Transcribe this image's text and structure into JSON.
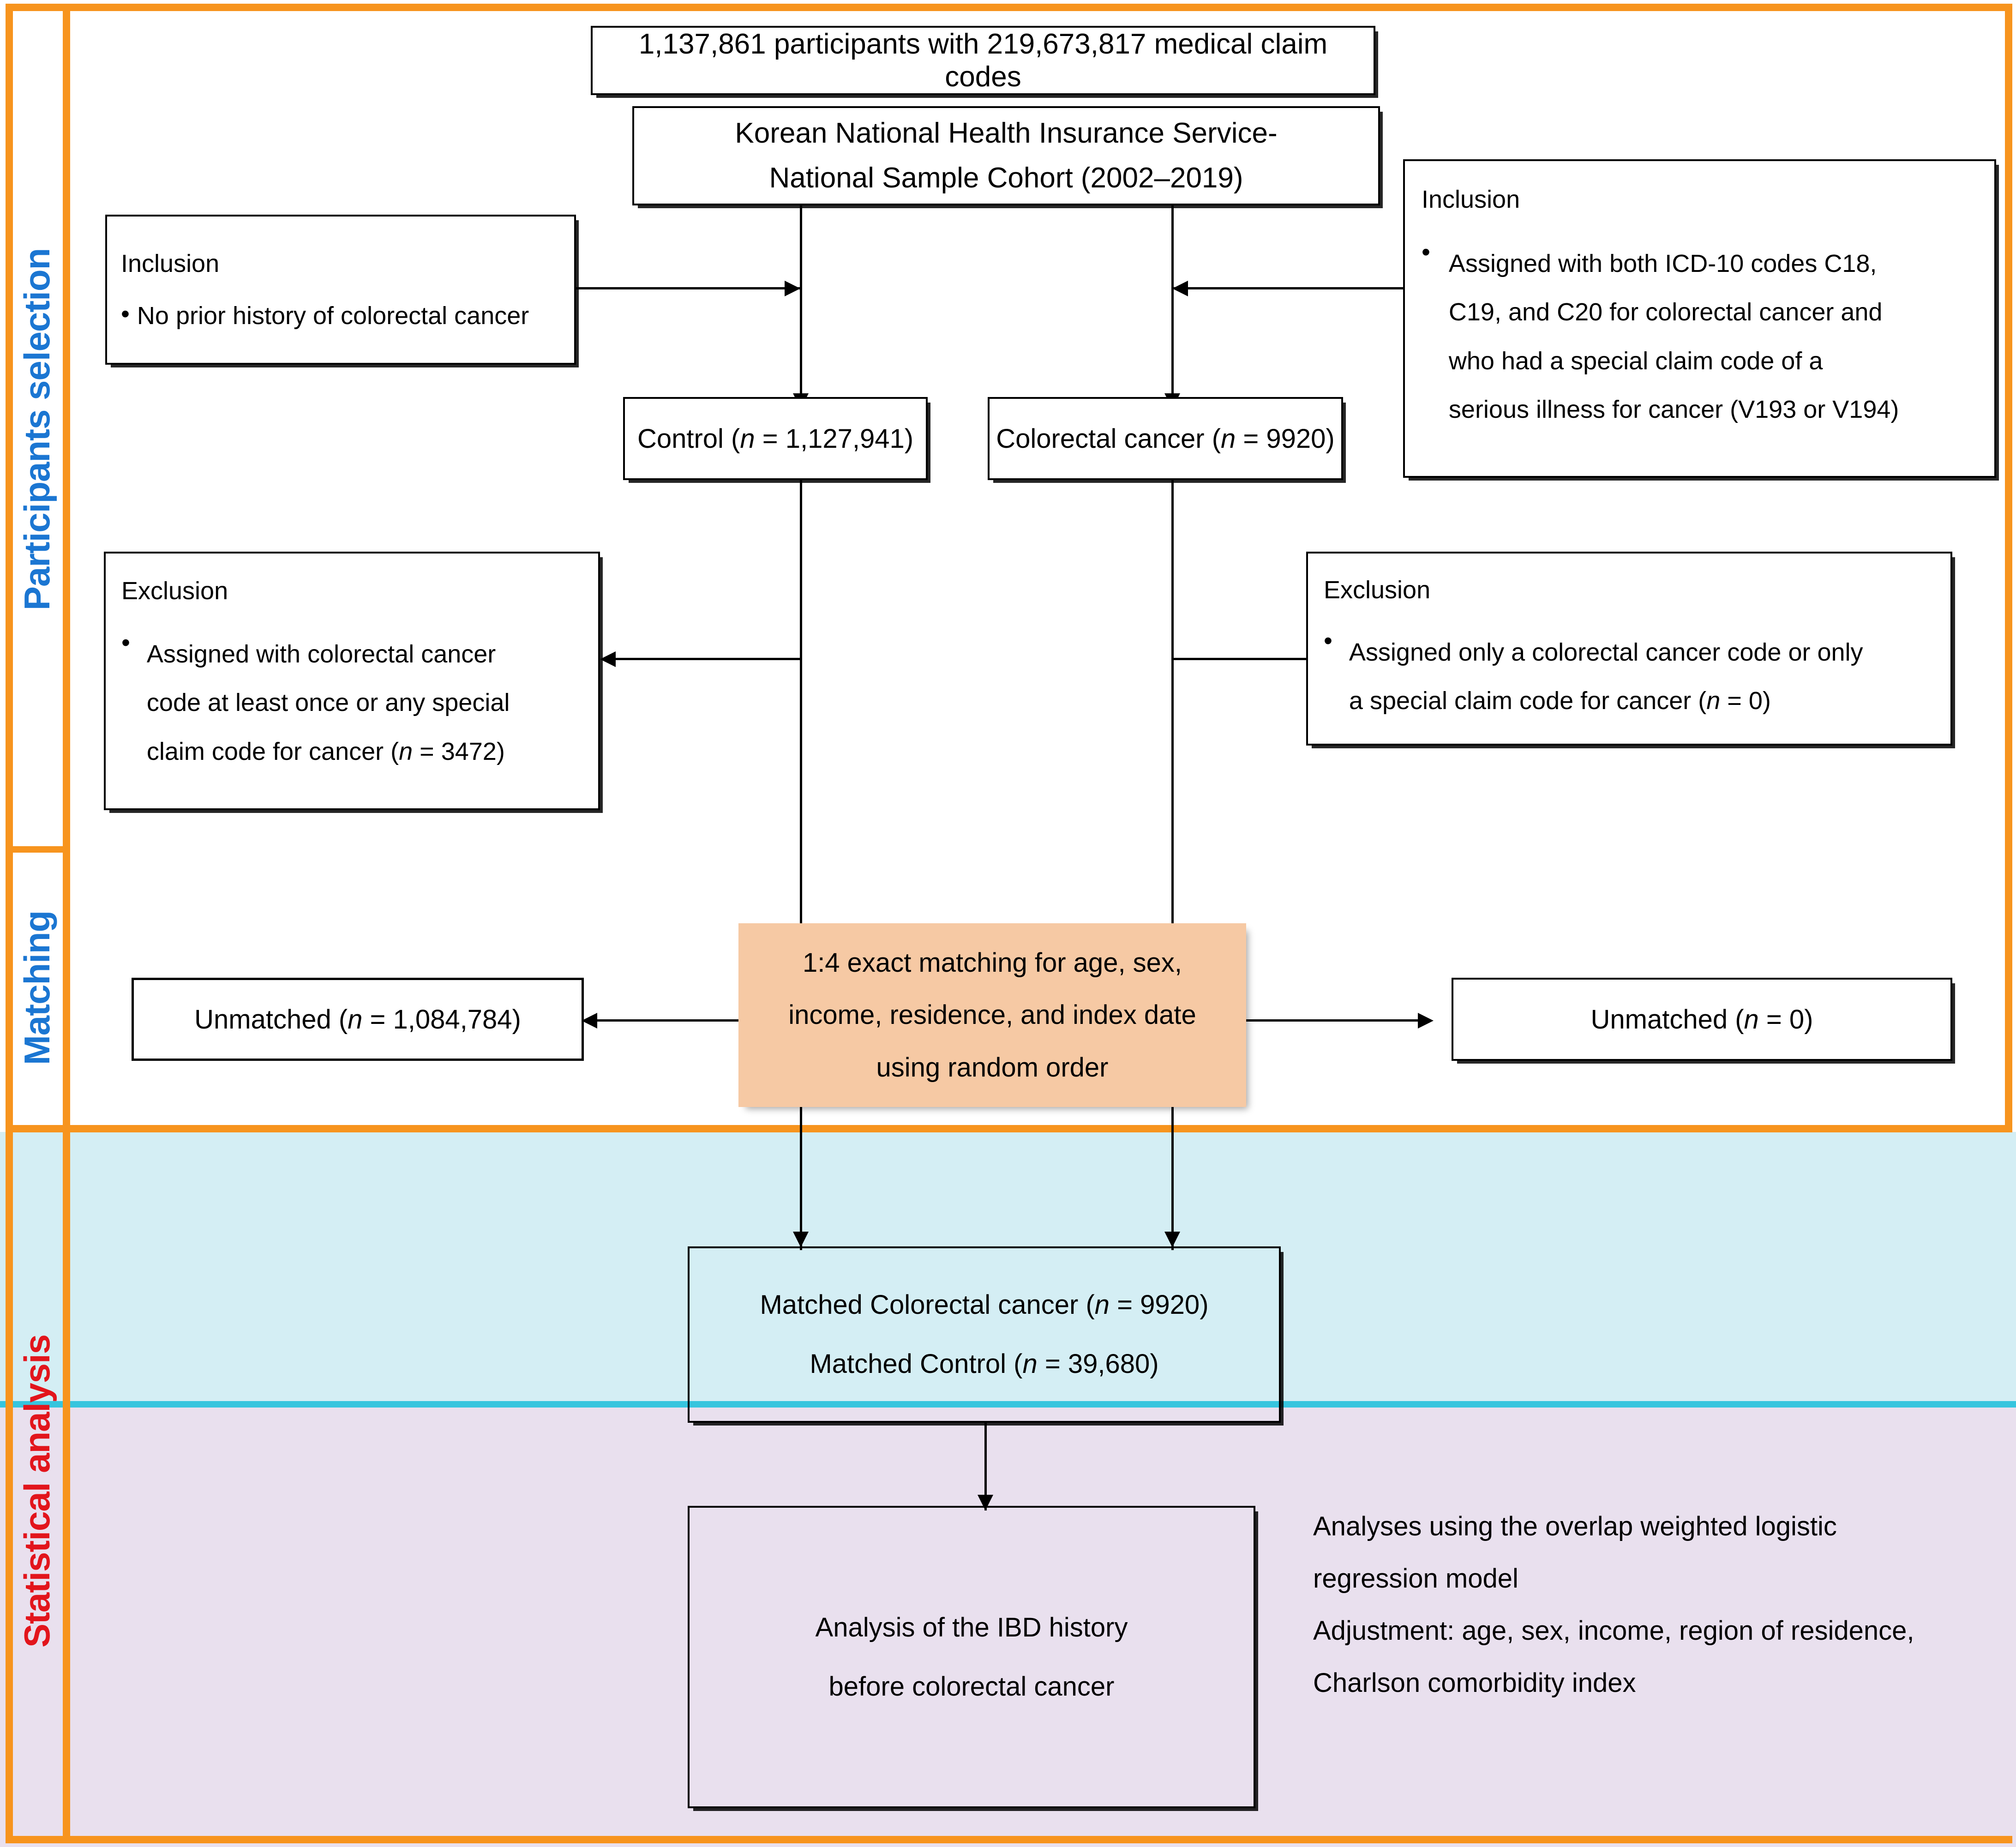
{
  "sections": [
    {
      "id": "participants",
      "label": "Participants selection",
      "color": "#1b76d2"
    },
    {
      "id": "matching",
      "label": "Matching",
      "color": "#1b76d2"
    },
    {
      "id": "statistical",
      "label": "Statistical analysis",
      "color": "#e2151c"
    }
  ],
  "colors": {
    "frame": "#f7941e",
    "match_box": "#f6c9a4",
    "analysis_band": "#d4eef4",
    "stats_band": "#e9e0ee",
    "band_divider": "#36c5de"
  },
  "nodes": {
    "source_participants": {
      "line1": "1,137,861 participants with 219,673,817 medical claim codes"
    },
    "cohort": {
      "line1": "Korean National Health Insurance Service-",
      "line2": "National Sample Cohort (2002–2019)"
    },
    "inclusion_left": {
      "heading": "Inclusion",
      "bullet": "•",
      "items": [
        "No prior history of colorectal cancer"
      ]
    },
    "inclusion_right": {
      "heading": "Inclusion",
      "bullet": "•",
      "lines": [
        "Assigned with both ICD-10 codes C18,",
        "C19, and C20 for colorectal cancer and",
        "who had a special claim  code  of  a",
        "serious illness for cancer (V193 or V194)"
      ]
    },
    "control": {
      "text": "Control (n = 1,127,941)",
      "prefix": "Control (",
      "nvar": "n",
      "suffix": " = 1,127,941)"
    },
    "colorectal_cancer": {
      "prefix": "Colorectal cancer (",
      "nvar": "n",
      "suffix": " = 9920)"
    },
    "exclusion_left": {
      "heading": "Exclusion",
      "bullet": "•",
      "lines": [
        "Assigned with colorectal cancer",
        "code at least once or any special",
        "claim code for cancer ("
      ],
      "nvar": "n",
      "tail": " = 3472)"
    },
    "exclusion_right": {
      "heading": "Exclusion",
      "bullet": "•",
      "lines": [
        "Assigned only a colorectal cancer code or only",
        "a special claim code for cancer ("
      ],
      "nvar": "n",
      "tail": " = 0)"
    },
    "matching_box": {
      "line1": "1:4 exact matching  for age, sex,",
      "line2": "income, residence, and index date",
      "line3": "using random order"
    },
    "unmatched_left": {
      "prefix": "Unmatched  (",
      "nvar": "n",
      "suffix": " = 1,084,784)"
    },
    "unmatched_right": {
      "prefix": "Unmatched  (",
      "nvar": "n",
      "suffix": " = 0)"
    },
    "matched_cohort": {
      "line1_prefix": "Matched Colorectal cancer (",
      "line1_nvar": "n",
      "line1_suffix": " = 9920)",
      "line2_prefix": "Matched Control (",
      "line2_nvar": "n",
      "line2_suffix": " = 39,680)"
    },
    "analysis_box": {
      "line1": "Analysis of the IBD history",
      "line2": "before colorectal cancer"
    },
    "analysis_notes": {
      "line1": "Analyses using the overlap weighted logistic",
      "line2": "regression model",
      "line3": "Adjustment:  age, sex, income, region of residence,",
      "line4": "Charlson comorbidity index"
    }
  }
}
